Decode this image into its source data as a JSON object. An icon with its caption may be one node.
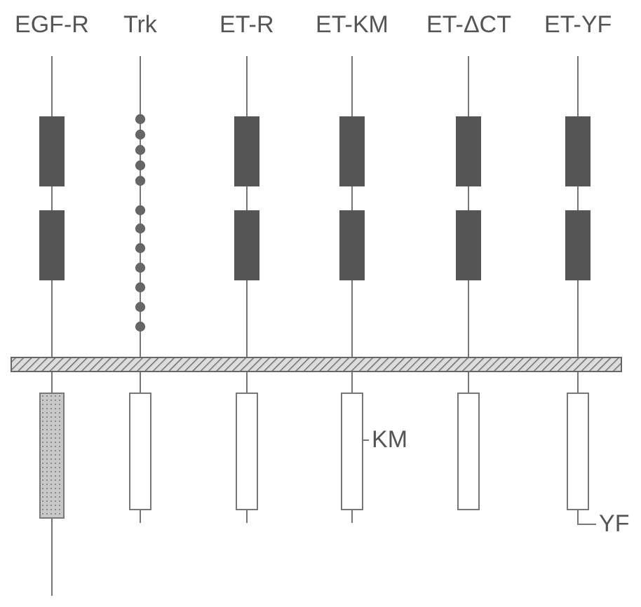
{
  "diagram": {
    "nodes": [
      {
        "text": [],
        "shape": "box"
      },
      {
        "text": [],
        "shape": "box"
      },
      {
        "text": [],
        "shape": "box"
      },
      {
        "text": [],
        "shape": "box"
      },
      {
        "text": [],
        "shape": "box"
      },
      {
        "text": [],
        "shape": "box"
      },
      {
        "text": [
          "KM"
        ]
      },
      {
        "text": [
          "YF"
        ]
      }
    ],
    "edges": [
      {
        "from": 6,
        "to": 3,
        "arrow": "none"
      },
      {
        "from": 7,
        "to": 5,
        "arrow": "none"
      }
    ],
    "labels": [
      "EGF-R",
      "Trk",
      "ET-R",
      "ET-KM",
      "ET-ΔCT",
      "ET-YF"
    ]
  }
}
